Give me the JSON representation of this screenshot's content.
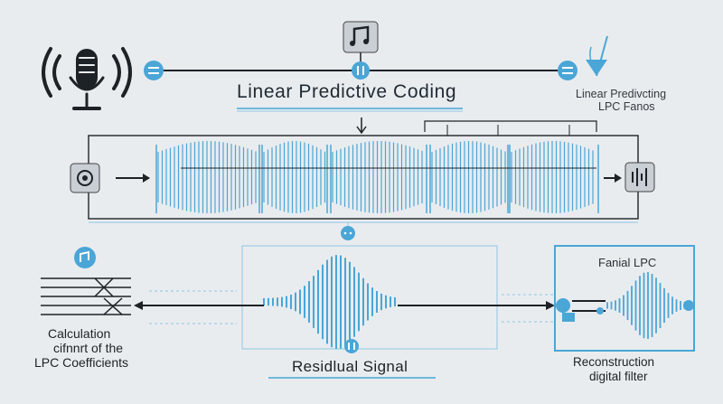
{
  "title": "Linear Predictive Coding",
  "right_top_label": {
    "line1": "Linear Predivcting",
    "line2": "LPC Fanos"
  },
  "left_caption": {
    "line1": "Calculation",
    "line2": "cifnnrt of the",
    "line3": "LPC Coefficients"
  },
  "middle_caption": "Residlual Signal",
  "final_box_label": "Fanial LPC",
  "right_caption": {
    "line1": "Reconstruction",
    "line2": "digital filter"
  },
  "icons": {
    "microphone": "microphone-icon",
    "music": "music-note-icon",
    "speaker": "speaker-icon",
    "encoder": "encoder-icon",
    "waveform": "waveform-icon",
    "equals": "equals-icon",
    "pause": "pause-icon"
  },
  "colors": {
    "accent": "#4aa6d6",
    "dark": "#1d2227",
    "light_line": "#8fc6e4",
    "background": "#e9ecef"
  }
}
